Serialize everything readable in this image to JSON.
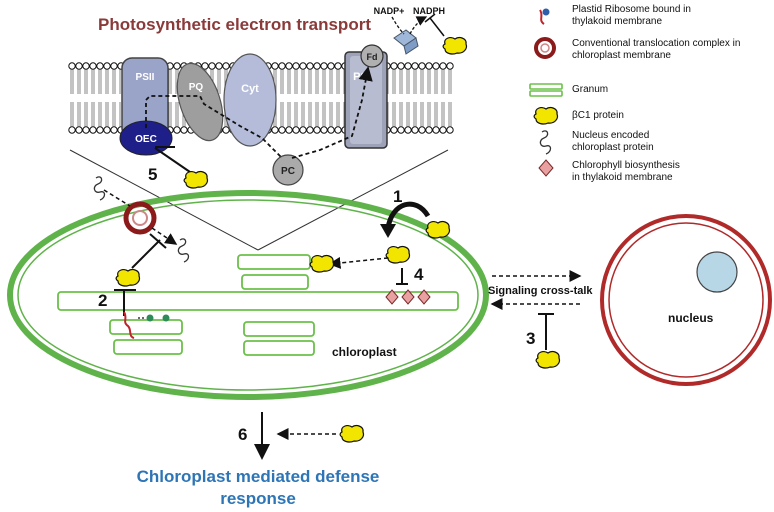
{
  "title": "Photosynthetic electron transport",
  "complexes": {
    "psii": "PSII",
    "oec": "OEC",
    "pq": "PQ",
    "cyt": "Cyt",
    "pc": "PC",
    "psi": "PSI",
    "fd": "Fd",
    "nadp": "NADP+",
    "nadph": "NADPH"
  },
  "steps": {
    "s1": "1",
    "s2": "2",
    "s3": "3",
    "s4": "4",
    "s5": "5",
    "s6": "6"
  },
  "labels": {
    "chloroplast": "chloroplast",
    "nucleus": "nucleus",
    "crosstalk": "Signaling cross-talk",
    "defense_line1": "Chloroplast mediated defense",
    "defense_line2": "response"
  },
  "legend": [
    {
      "icon": "ribosome-icon",
      "lines": [
        "Plastid Ribosome bound in",
        "thylakoid membrane"
      ]
    },
    {
      "icon": "translocon-icon",
      "lines": [
        "Conventional translocation complex in",
        "chloroplast membrane"
      ]
    },
    {
      "icon": "granum-icon",
      "lines": [
        "Granum"
      ]
    },
    {
      "icon": "bc1-protein-icon",
      "lines": [
        "βC1 protein"
      ]
    },
    {
      "icon": "nuclear-protein-icon",
      "lines": [
        "Nucleus encoded",
        "chloroplast protein"
      ]
    },
    {
      "icon": "chlorophyll-diamond-icon",
      "lines": [
        "Chlorophyll biosynthesis",
        "in thylakoid membrane"
      ]
    }
  ],
  "colors": {
    "title": "#8b3a3a",
    "defense": "#2e75b6",
    "chloroplast_outline": "#5fb34a",
    "granum": "#6cc04a",
    "nucleus_outline": "#b02a2a",
    "protein_fill": "#f2e600",
    "diamond_fill": "#e8a0a0"
  }
}
